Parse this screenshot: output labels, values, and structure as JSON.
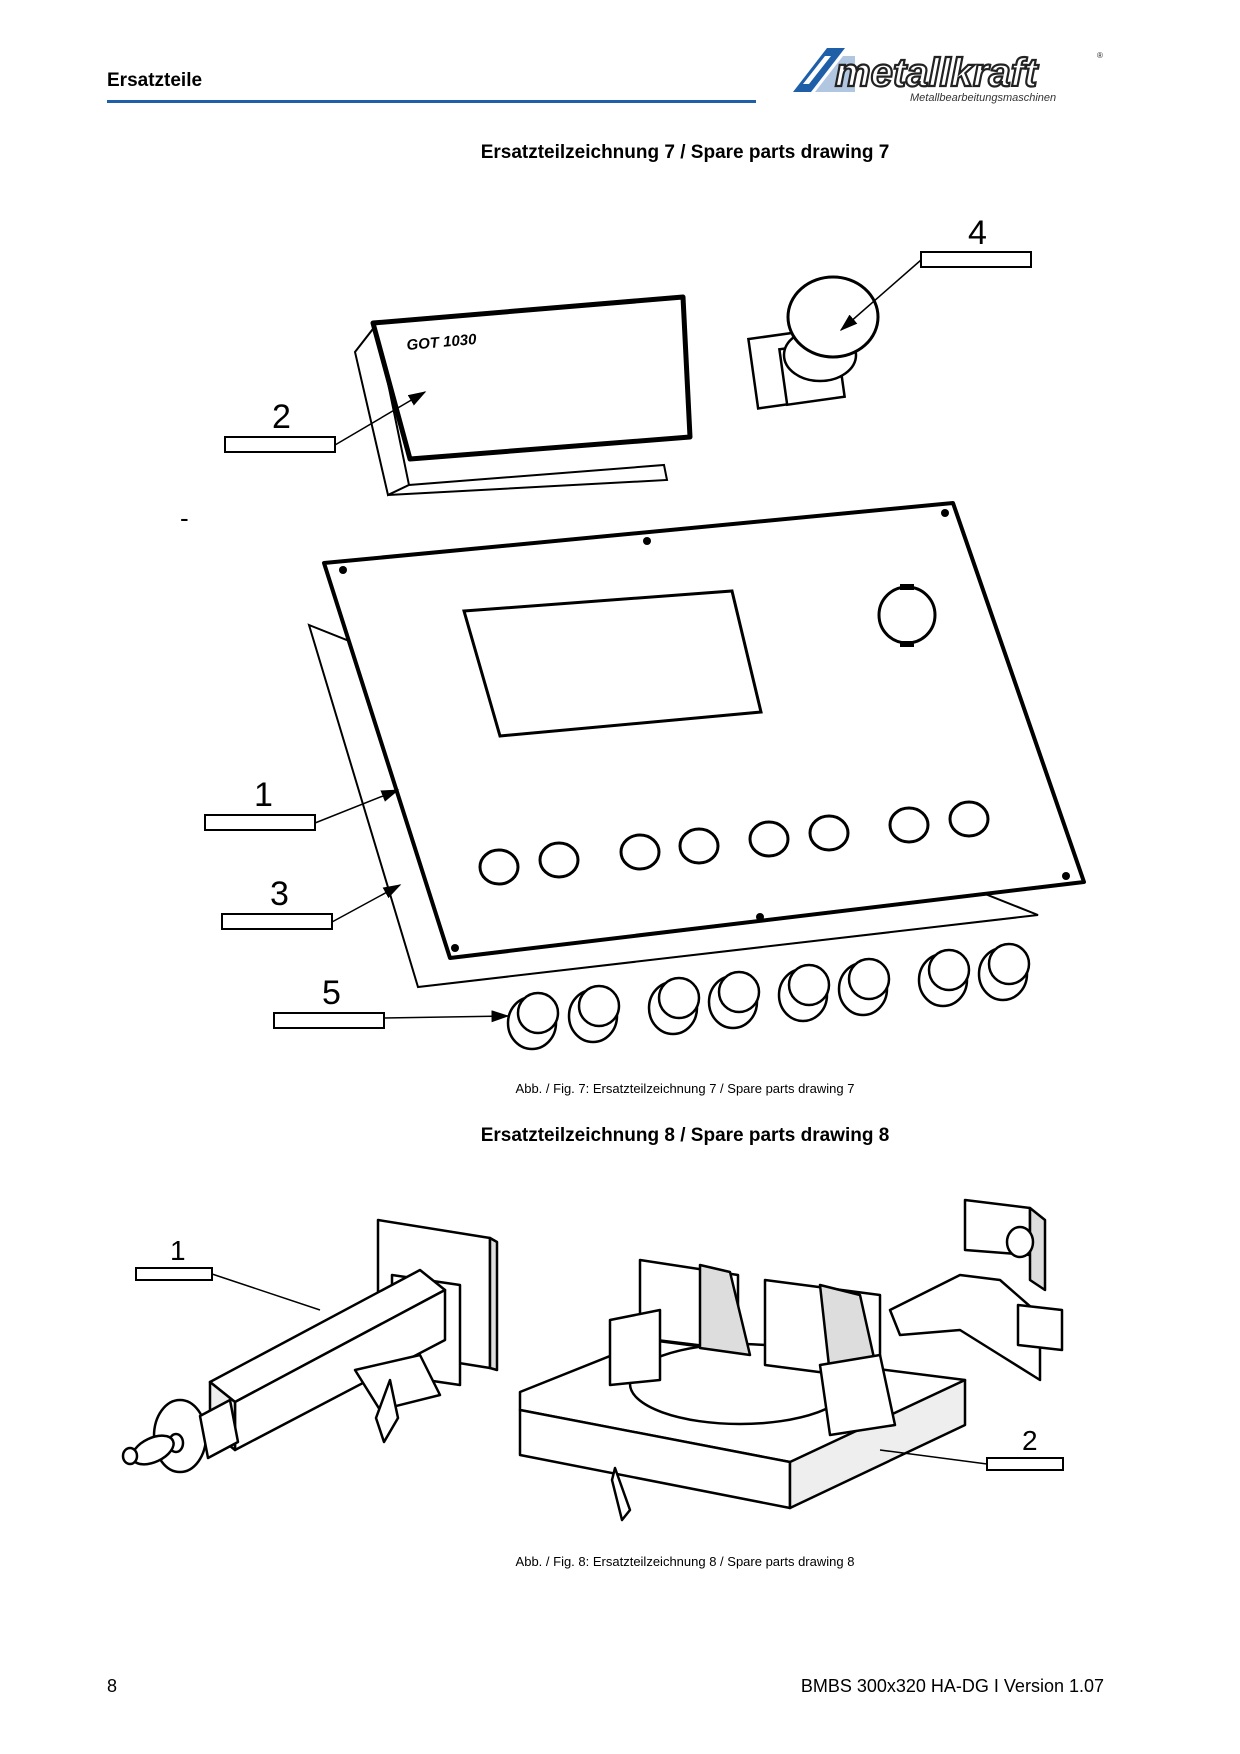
{
  "header": {
    "section_title": "Ersatzteile",
    "logo_wordmark": "metallkraft",
    "logo_tagline": "Metallbearbeitungsmaschinen",
    "rule_color": "#1f5fa8"
  },
  "drawing7": {
    "heading": "Ersatzteilzeichnung 7 / Spare parts drawing 7",
    "display_label": "GOT 1030",
    "callouts": [
      "1",
      "2",
      "3",
      "4",
      "5"
    ],
    "stray_mark": "-",
    "caption": "Abb. / Fig. 7: Ersatzteilzeichnung 7 / Spare parts drawing 7"
  },
  "drawing8": {
    "heading": "Ersatzteilzeichnung 8 / Spare parts drawing 8",
    "callouts": [
      "1",
      "2"
    ],
    "caption": "Abb. / Fig. 8: Ersatzteilzeichnung 8 / Spare parts drawing 8"
  },
  "footer": {
    "page_number": "8",
    "document_version": "BMBS 300x320 HA-DG I Version 1.07"
  }
}
